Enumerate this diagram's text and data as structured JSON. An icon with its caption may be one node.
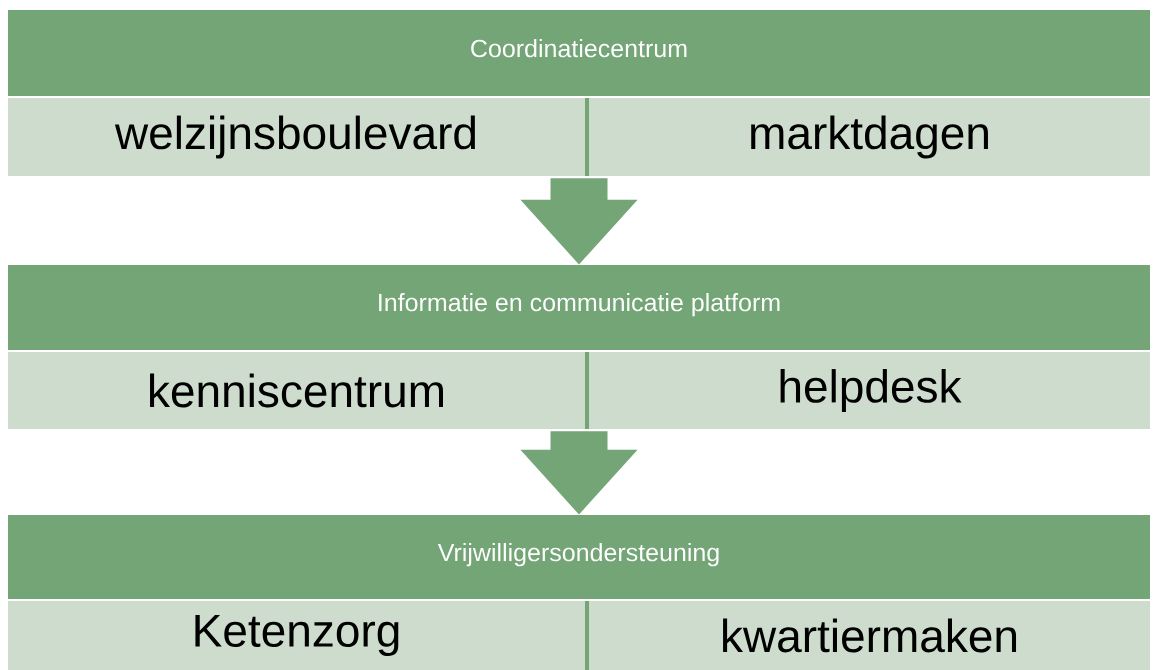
{
  "diagram": {
    "nodes": [
      {
        "text": [
          "Coordinatiecentrum"
        ]
      },
      {
        "text": [
          "welzijnsboulevard"
        ],
        "in": 0
      },
      {
        "text": [
          "marktdagen"
        ],
        "in": 0
      },
      {
        "text": [
          "Informatie en communicatie platform"
        ]
      },
      {
        "text": [
          "kenniscentrum"
        ],
        "in": 3
      },
      {
        "text": [
          "helpdesk"
        ],
        "in": 3
      },
      {
        "text": [
          "Vrijwilligersondersteuning"
        ]
      },
      {
        "text": [
          "Ketenzorg"
        ],
        "in": 6
      },
      {
        "text": [
          "kwartiermaken"
        ],
        "in": 6
      }
    ],
    "edges": [
      {
        "from": 0,
        "to": 3,
        "arrow": "to"
      },
      {
        "from": 3,
        "to": 6,
        "arrow": "to"
      }
    ]
  }
}
